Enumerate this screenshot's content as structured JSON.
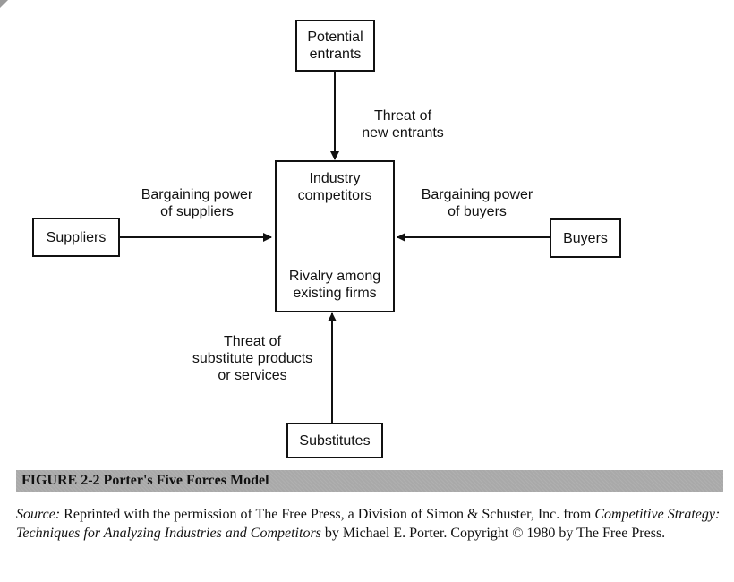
{
  "boxes": {
    "potential_entrants": "Potential\nentrants",
    "industry_top": "Industry\ncompetitors",
    "industry_bottom": "Rivalry among\nexisting firms",
    "suppliers": "Suppliers",
    "buyers": "Buyers",
    "substitutes": "Substitutes"
  },
  "forces": {
    "new_entrants": "Threat of\nnew entrants",
    "suppliers_power": "Bargaining power\nof suppliers",
    "buyers_power": "Bargaining power\nof buyers",
    "substitutes_threat": "Threat of\nsubstitute products\nor services"
  },
  "caption": {
    "figure": "FIGURE 2-2  Porter's Five Forces Model",
    "source_label": "Source:",
    "source_text_1": " Reprinted with the permission of The Free Press, a Division of Simon & Schuster, Inc. from ",
    "book_title": "Competitive Strategy: Techniques for Analyzing Industries and Competitors",
    "source_text_2": " by Michael E. Porter. Copyright © 1980 by The Free Press."
  },
  "colors": {
    "line": "#111111",
    "caption_bar": "#a9a9a9"
  }
}
